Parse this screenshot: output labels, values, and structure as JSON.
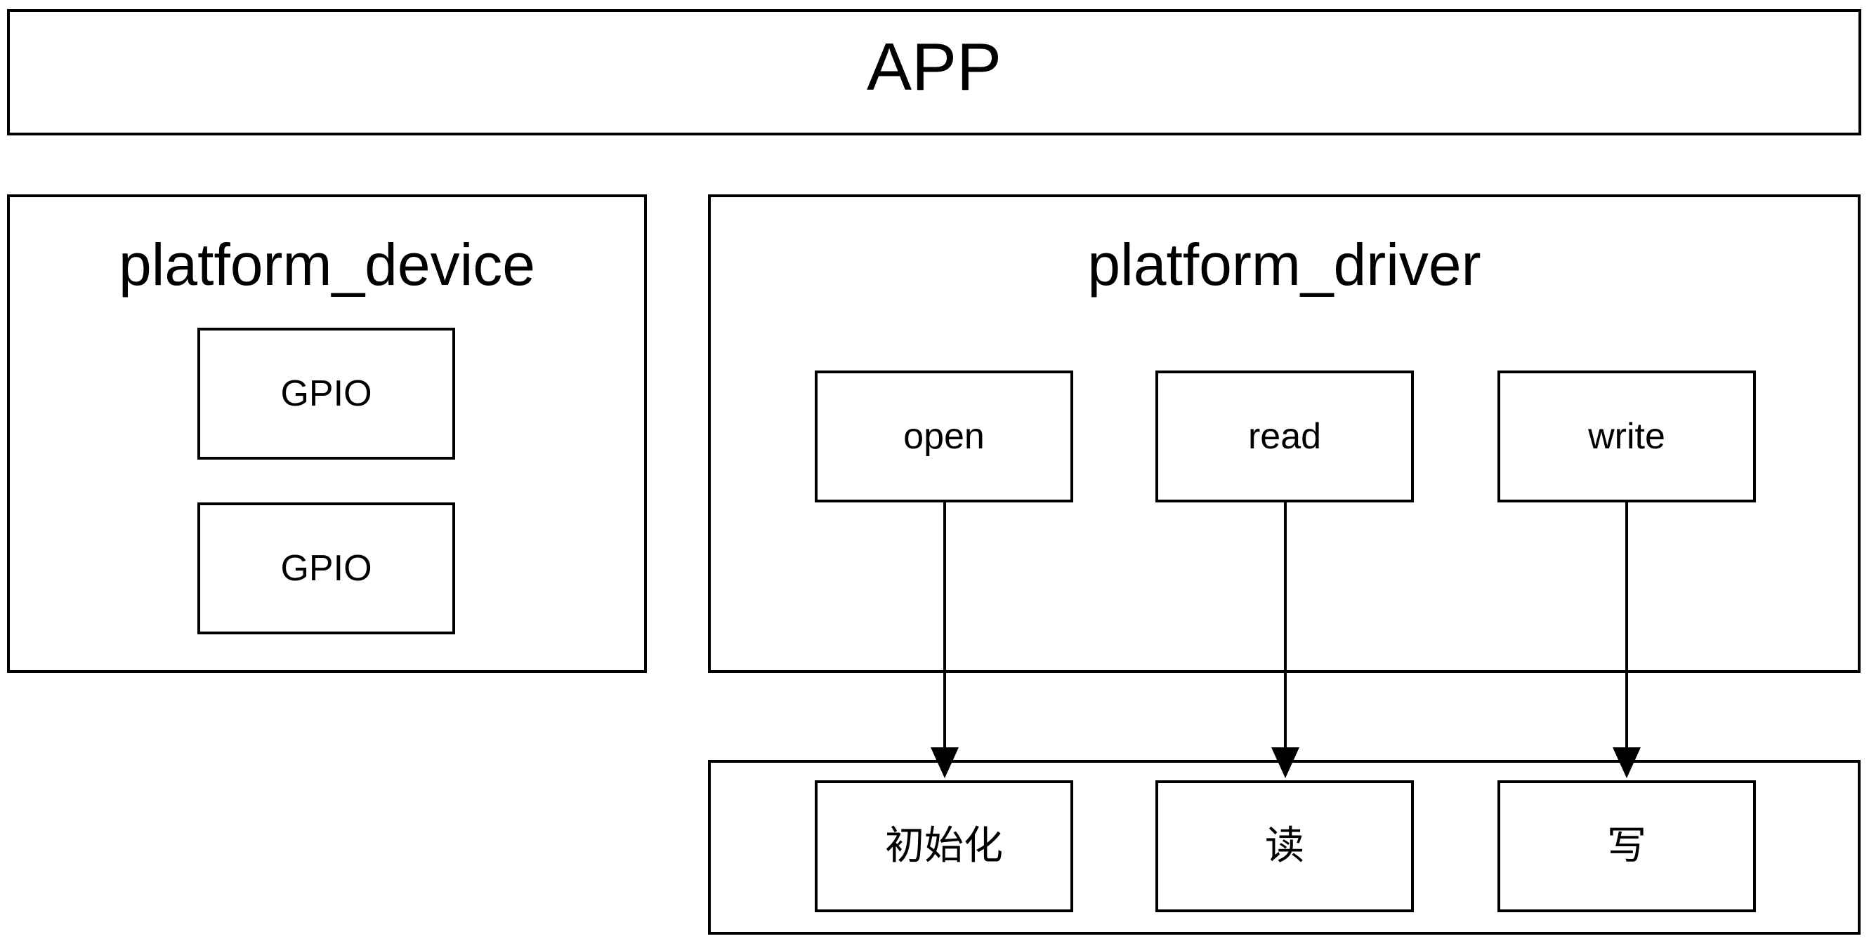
{
  "diagram": {
    "title": "platform device / platform driver architecture",
    "type": "block-diagram",
    "background_color": "#ffffff",
    "line_color": "#000000"
  },
  "app": {
    "label": "APP"
  },
  "platform_device": {
    "title": "platform_device",
    "children": [
      {
        "label": "GPIO"
      },
      {
        "label": "GPIO"
      }
    ]
  },
  "platform_driver": {
    "title": "platform_driver",
    "operations": [
      {
        "label": "open"
      },
      {
        "label": "read"
      },
      {
        "label": "write"
      }
    ]
  },
  "hardware_layer": {
    "items": [
      {
        "label": "初始化"
      },
      {
        "label": "读"
      },
      {
        "label": "写"
      }
    ]
  },
  "connections": [
    {
      "from": "open",
      "to": "初始化",
      "arrow": "down"
    },
    {
      "from": "read",
      "to": "读",
      "arrow": "down"
    },
    {
      "from": "write",
      "to": "写",
      "arrow": "down"
    }
  ]
}
